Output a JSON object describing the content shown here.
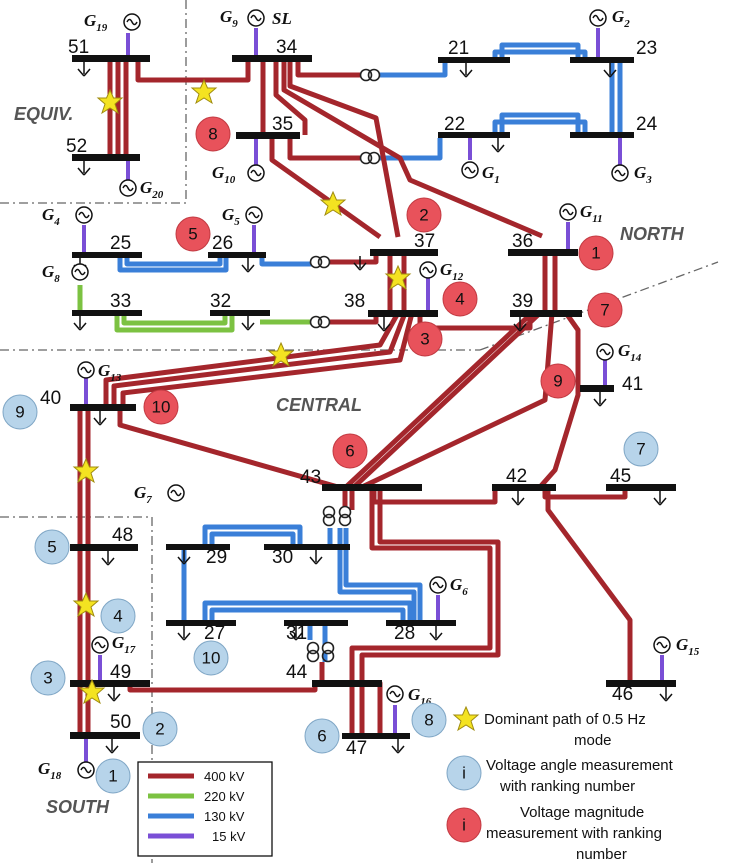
{
  "areas": {
    "equiv": "EQUIV.",
    "north": "NORTH",
    "central": "CENTRAL",
    "south": "SOUTH"
  },
  "sl_label": "SL",
  "buses": {
    "b51": "51",
    "b34": "34",
    "b21": "21",
    "b23": "23",
    "b35": "35",
    "b22": "22",
    "b24": "24",
    "b52": "52",
    "b25": "25",
    "b26": "26",
    "b37": "37",
    "b36": "36",
    "b33": "33",
    "b32": "32",
    "b38": "38",
    "b39": "39",
    "b40": "40",
    "b41": "41",
    "b43": "43",
    "b42": "42",
    "b45": "45",
    "b48": "48",
    "b29": "29",
    "b30": "30",
    "b27": "27",
    "b31": "31",
    "b28": "28",
    "b49": "49",
    "b44": "44",
    "b46": "46",
    "b50": "50",
    "b47": "47"
  },
  "generators": {
    "g19": {
      "name": "G",
      "sub": "19"
    },
    "g9": {
      "name": "G",
      "sub": "9"
    },
    "g2": {
      "name": "G",
      "sub": "2"
    },
    "g10": {
      "name": "G",
      "sub": "10"
    },
    "g1": {
      "name": "G",
      "sub": "1"
    },
    "g3": {
      "name": "G",
      "sub": "3"
    },
    "g20": {
      "name": "G",
      "sub": "20"
    },
    "g4": {
      "name": "G",
      "sub": "4"
    },
    "g5": {
      "name": "G",
      "sub": "5"
    },
    "g11": {
      "name": "G",
      "sub": "11"
    },
    "g8": {
      "name": "G",
      "sub": "8"
    },
    "g12": {
      "name": "G",
      "sub": "12"
    },
    "g13": {
      "name": "G",
      "sub": "13"
    },
    "g14": {
      "name": "G",
      "sub": "14"
    },
    "g7": {
      "name": "G",
      "sub": "7"
    },
    "g6": {
      "name": "G",
      "sub": "6"
    },
    "g17": {
      "name": "G",
      "sub": "17"
    },
    "g15": {
      "name": "G",
      "sub": "15"
    },
    "g16": {
      "name": "G",
      "sub": "16"
    },
    "g18": {
      "name": "G",
      "sub": "18"
    }
  },
  "magnitude_badges": {
    "r8": "8",
    "r5": "5",
    "r2": "2",
    "r1": "1",
    "r4": "4",
    "r7": "7",
    "r3": "3",
    "r9": "9",
    "r10": "10",
    "r6": "6"
  },
  "angle_badges": {
    "a9": "9",
    "a7": "7",
    "a5": "5",
    "a4": "4",
    "a3": "3",
    "a2": "2",
    "a1": "1",
    "a10": "10",
    "a6": "6",
    "a8": "8"
  },
  "legend": {
    "v400": "400 kV",
    "v220": "220 kV",
    "v130": "130 kV",
    "v15": "15 kV",
    "colors": {
      "v400": "#a4262c",
      "v220": "#7cc242",
      "v130": "#3a7fd8",
      "v15": "#7a4fd6"
    }
  },
  "key": {
    "star_line1": "Dominant path of 0.5 Hz",
    "star_line2": "mode",
    "blue_symbol": "i",
    "blue_line1": "Voltage angle measurement",
    "blue_line2": "with ranking number",
    "red_symbol": "i",
    "red_line1": "Voltage magnitude",
    "red_line2": "measurement with ranking",
    "red_line3": "number"
  }
}
